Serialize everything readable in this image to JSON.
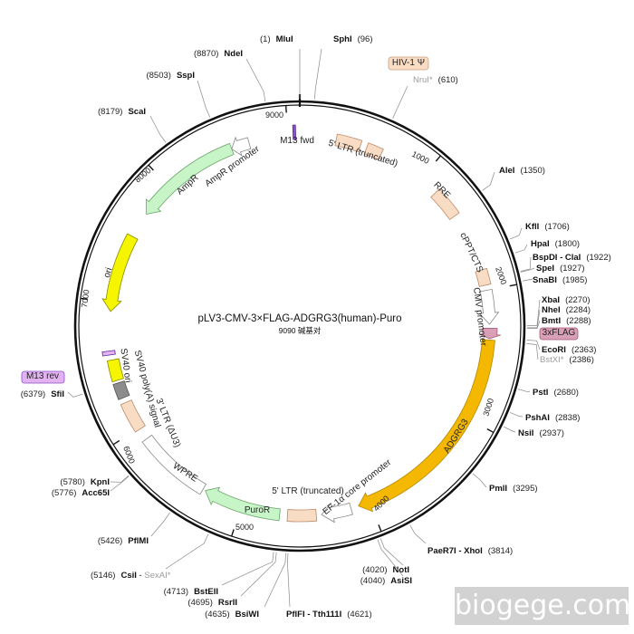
{
  "plasmid": {
    "name": "pLV3-CMV-3×FLAG-ADGRG3(human)-Puro",
    "size_label": "9090 碱基对",
    "length_bp": 9090
  },
  "ticks": [
    {
      "pos": 1000,
      "label": "1000"
    },
    {
      "pos": 2000,
      "label": "2000"
    },
    {
      "pos": 3000,
      "label": "3000"
    },
    {
      "pos": 4000,
      "label": "4000"
    },
    {
      "pos": 5000,
      "label": "5000"
    },
    {
      "pos": 6000,
      "label": "6000"
    },
    {
      "pos": 7000,
      "label": "7000"
    },
    {
      "pos": 8000,
      "label": "8000"
    },
    {
      "pos": 9000,
      "label": "9000"
    }
  ],
  "sites": [
    {
      "name": "MluI",
      "pos": "(1)",
      "bp": 1,
      "style": "bold"
    },
    {
      "name": "SphI",
      "pos": "(96)",
      "bp": 96,
      "style": "bold"
    },
    {
      "name": "NruI*",
      "pos": "(610)",
      "bp": 610,
      "style": "grey"
    },
    {
      "name": "AleI",
      "pos": "(1350)",
      "bp": 1350,
      "style": "bold"
    },
    {
      "name": "KflI",
      "pos": "(1706)",
      "bp": 1706,
      "style": "bold"
    },
    {
      "name": "HpaI",
      "pos": "(1800)",
      "bp": 1800,
      "style": "bold"
    },
    {
      "name": "BspDI - ClaI",
      "pos": "(1922)",
      "bp": 1922,
      "style": "bold"
    },
    {
      "name": "SpeI",
      "pos": "(1927)",
      "bp": 1927,
      "style": "bold"
    },
    {
      "name": "SnaBI",
      "pos": "(1985)",
      "bp": 1985,
      "style": "bold"
    },
    {
      "name": "XbaI",
      "pos": "(2270)",
      "bp": 2270,
      "style": "bold"
    },
    {
      "name": "NheI",
      "pos": "(2284)",
      "bp": 2284,
      "style": "bold"
    },
    {
      "name": "BmtI",
      "pos": "(2288)",
      "bp": 2288,
      "style": "bold"
    },
    {
      "name": "EcoRI",
      "pos": "(2363)",
      "bp": 2363,
      "style": "bold"
    },
    {
      "name": "BstXI*",
      "pos": "(2386)",
      "bp": 2386,
      "style": "grey"
    },
    {
      "name": "PstI",
      "pos": "(2680)",
      "bp": 2680,
      "style": "bold"
    },
    {
      "name": "PshAI",
      "pos": "(2838)",
      "bp": 2838,
      "style": "bold"
    },
    {
      "name": "NsiI",
      "pos": "(2937)",
      "bp": 2937,
      "style": "bold"
    },
    {
      "name": "PmlI",
      "pos": "(3295)",
      "bp": 3295,
      "style": "bold"
    },
    {
      "name": "PaeR7I - XhoI",
      "pos": "(3814)",
      "bp": 3814,
      "style": "bold"
    },
    {
      "name": "NotI",
      "pos": "(4020)",
      "bp": 4020,
      "style": "bold"
    },
    {
      "name": "AsiSI",
      "pos": "(4040)",
      "bp": 4040,
      "style": "bold"
    },
    {
      "name": "PflFI - Tth111I",
      "pos": "(4621)",
      "bp": 4621,
      "style": "bold"
    },
    {
      "name": "BsiWI",
      "pos": "(4635)",
      "bp": 4635,
      "style": "bold"
    },
    {
      "name": "RsrII",
      "pos": "(4695)",
      "bp": 4695,
      "style": "bold"
    },
    {
      "name": "BstEII",
      "pos": "(4713)",
      "bp": 4713,
      "style": "bold"
    },
    {
      "name": "CsiI",
      "name2": "SexAI*",
      "pos": "(5146)",
      "bp": 5146,
      "style": "bold"
    },
    {
      "name": "PflMI",
      "pos": "(5426)",
      "bp": 5426,
      "style": "bold"
    },
    {
      "name": "KpnI",
      "pos": "(5780)",
      "bp": 5780,
      "style": "bold"
    },
    {
      "name": "Acc65I",
      "pos": "(5776)",
      "bp": 5776,
      "style": "bold"
    },
    {
      "name": "SfiI",
      "pos": "(6379)",
      "bp": 6379,
      "style": "bold"
    },
    {
      "name": "ScaI",
      "pos": "(8179)",
      "bp": 8179,
      "style": "bold"
    },
    {
      "name": "SspI",
      "pos": "(8503)",
      "bp": 8503,
      "style": "bold"
    },
    {
      "name": "NdeI",
      "pos": "(8870)",
      "bp": 8870,
      "style": "bold"
    }
  ],
  "features": [
    {
      "name": "M13 fwd",
      "color": "#8a4fc9"
    },
    {
      "name": "5' LTR (truncated)",
      "color": "#f9dcc4"
    },
    {
      "name": "HIV-1 Ψ",
      "color": "#f9dcc4"
    },
    {
      "name": "RRE",
      "color": "#f9dcc4"
    },
    {
      "name": "cPPT/CTS",
      "color": "#f9dcc4"
    },
    {
      "name": "CMV promoter",
      "color": "#ffffff"
    },
    {
      "name": "3xFLAG",
      "color": "#d99fb6"
    },
    {
      "name": "ADGRG3",
      "color": "#f5b800"
    },
    {
      "name": "EF-1α core promoter",
      "color": "#ffffff"
    },
    {
      "name": "PuroR",
      "color": "#c8f5c8"
    },
    {
      "name": "WPRE",
      "color": "#ffffff"
    },
    {
      "name": "3' LTR (ΔU3)",
      "color": "#f9dcc4"
    },
    {
      "name": "SV40 poly(A) signal",
      "color": "#8c8c8c"
    },
    {
      "name": "SV40 ori",
      "color": "#f5f500"
    },
    {
      "name": "M13 rev",
      "color": "#e3b2f0"
    },
    {
      "name": "ori",
      "color": "#f5f500"
    },
    {
      "name": "AmpR",
      "color": "#c8f5c8"
    },
    {
      "name": "AmpR promoter",
      "color": "#ffffff"
    }
  ],
  "watermark": "biogege.com"
}
